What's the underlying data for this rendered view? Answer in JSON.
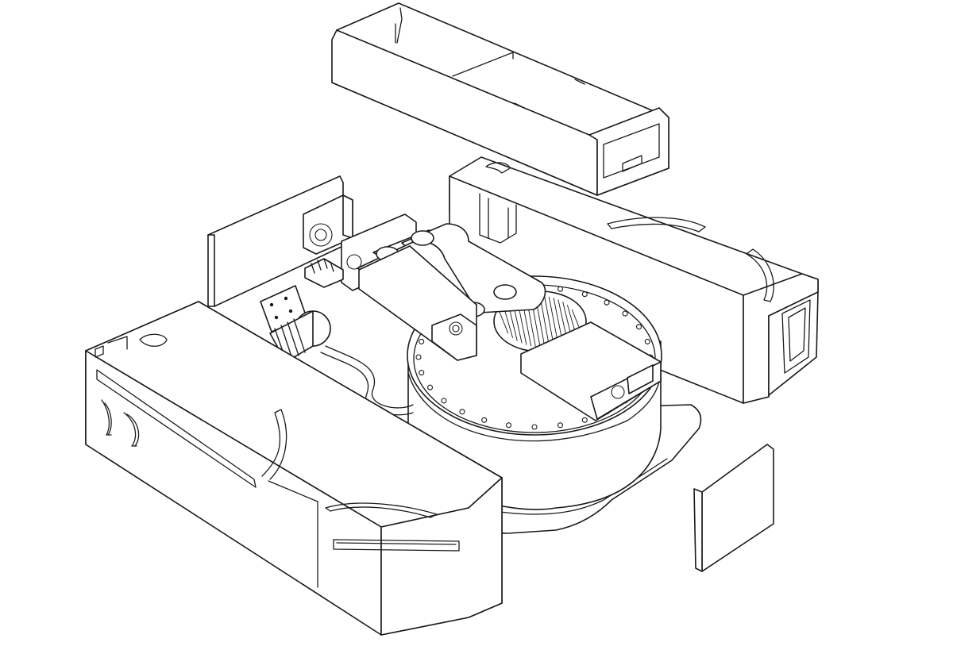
{
  "drawing": {
    "style": "isometric exploded line drawing",
    "line_color": "#1a1a1a",
    "background": "#ffffff",
    "parts": [
      {
        "id": "top-channel-cover",
        "icon": "channel-cover-icon"
      },
      {
        "id": "right-housing",
        "icon": "housing-icon"
      },
      {
        "id": "left-housing",
        "icon": "housing-icon"
      },
      {
        "id": "base-plate",
        "icon": "plate-icon"
      },
      {
        "id": "rotary-flange-drum",
        "icon": "drum-icon"
      },
      {
        "id": "twin-cylinder-actuator",
        "icon": "cylinder-icon"
      },
      {
        "id": "bellows-coupling",
        "icon": "bellows-icon"
      },
      {
        "id": "back-side-panel",
        "icon": "panel-icon"
      },
      {
        "id": "small-end-panel",
        "icon": "panel-icon"
      }
    ],
    "flange_bolt_count": 28
  }
}
